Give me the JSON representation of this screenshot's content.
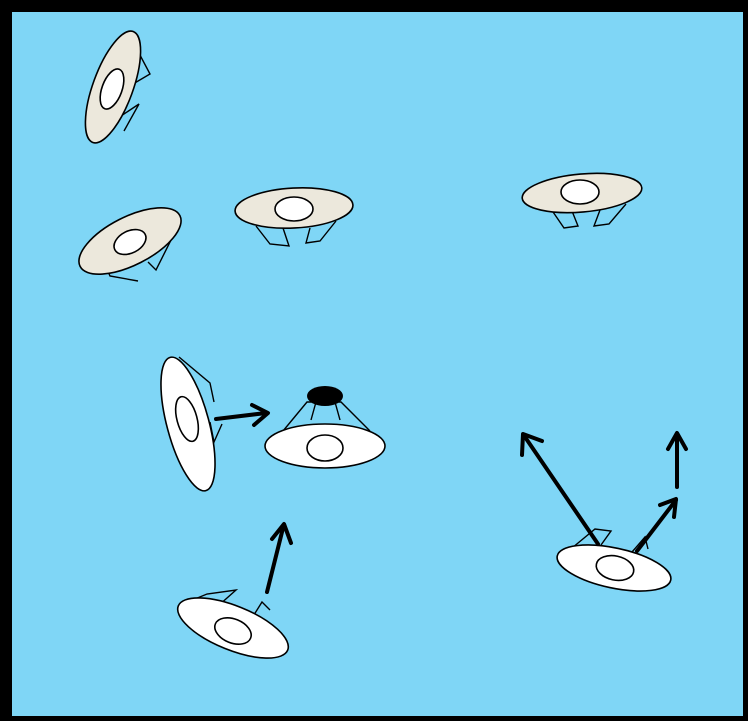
{
  "colors": {
    "background": "#7fd6f6",
    "border": "#000000",
    "disk_fill_tan": "#ece8dc",
    "disk_fill_white": "#ffffff",
    "stroke": "#000000",
    "head": "#000000"
  },
  "scene": {
    "panel": {
      "border_color": "#000000",
      "fill_color": "#7fd6f6"
    },
    "objects": [
      {
        "name": "disk-top-left-vertical",
        "fill": "tan",
        "icon": "ellipse-disk-icon"
      },
      {
        "name": "disk-left-tilted",
        "fill": "tan",
        "icon": "ellipse-disk-icon"
      },
      {
        "name": "disk-center-flat",
        "fill": "tan",
        "icon": "ellipse-disk-icon"
      },
      {
        "name": "disk-right-flat",
        "fill": "tan",
        "icon": "ellipse-disk-icon"
      },
      {
        "name": "disk-white-vertical",
        "fill": "white",
        "icon": "ellipse-disk-icon"
      },
      {
        "name": "disk-white-with-head",
        "fill": "white",
        "icon": "ellipse-disk-icon",
        "has_head": true
      },
      {
        "name": "disk-white-bottom-left",
        "fill": "white",
        "icon": "ellipse-disk-icon"
      },
      {
        "name": "disk-white-bottom-right",
        "fill": "white",
        "icon": "ellipse-disk-icon"
      }
    ],
    "arrows": [
      {
        "name": "arrow-to-head-disk",
        "icon": "arrow-right-icon"
      },
      {
        "name": "arrow-up-from-bottom-left",
        "icon": "arrow-up-icon"
      },
      {
        "name": "arrow-up-left-from-bottom-right",
        "icon": "arrow-up-left-icon"
      },
      {
        "name": "arrow-up-from-bottom-right",
        "icon": "arrow-up-icon"
      }
    ]
  }
}
